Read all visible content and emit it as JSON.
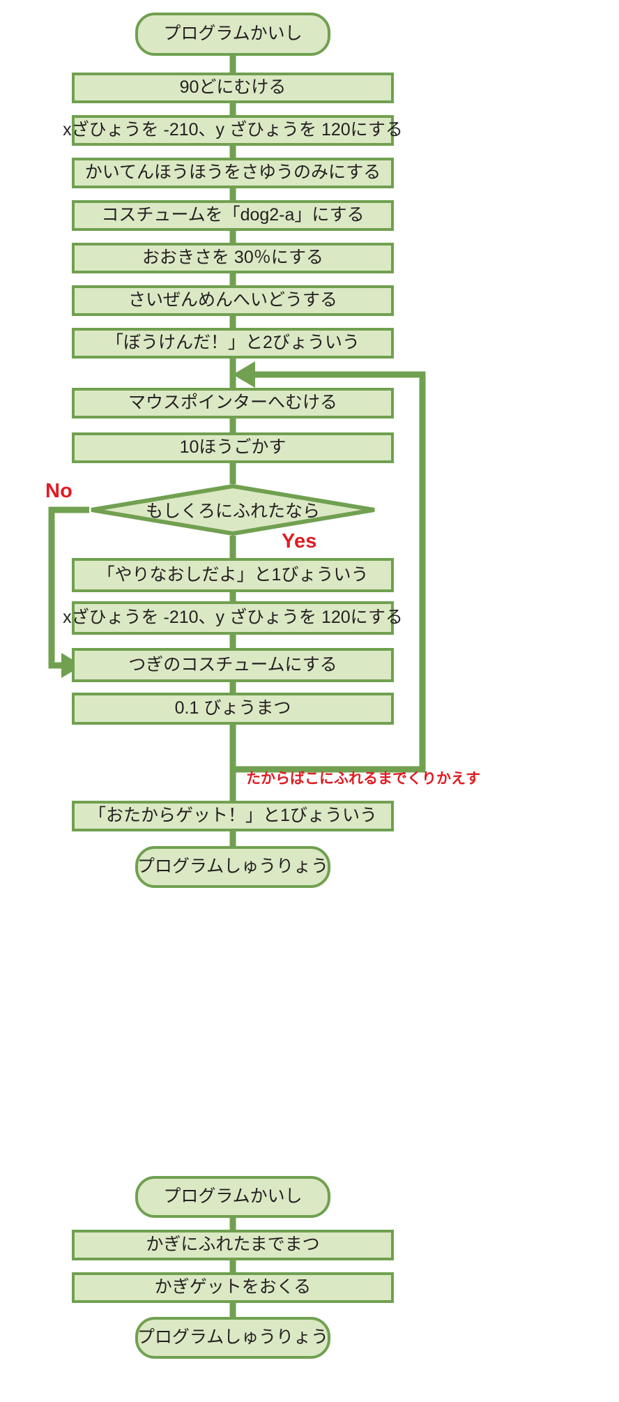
{
  "diagram": {
    "title": "Scratch program flowchart",
    "colors": {
      "node_fill": "#dbe8c4",
      "node_stroke": "#70a050",
      "connector": "#70a050",
      "text": "#231f20",
      "annotation_red": "#e01b22",
      "background": "#ffffff"
    }
  },
  "chart_data": {
    "type": "diagram",
    "nodes": [
      {
        "id": "n1",
        "shape": "terminal",
        "label": "プログラムかいし"
      },
      {
        "id": "n2",
        "shape": "process",
        "label": "90どにむける"
      },
      {
        "id": "n3",
        "shape": "process",
        "label": "xざひょうを -210、y ざひょうを 120にする"
      },
      {
        "id": "n4",
        "shape": "process",
        "label": "かいてんほうほうをさゆうのみにする"
      },
      {
        "id": "n5",
        "shape": "process",
        "label": "コスチュームを「dog2-a」にする"
      },
      {
        "id": "n6",
        "shape": "process",
        "label": "おおきさを 30％にする"
      },
      {
        "id": "n7",
        "shape": "process",
        "label": "さいぜんめんへいどうする"
      },
      {
        "id": "n8",
        "shape": "process",
        "label": "「ぼうけんだ！」と2びょういう"
      },
      {
        "id": "n9",
        "shape": "process",
        "label": "マウスポインターへむける"
      },
      {
        "id": "n10",
        "shape": "process",
        "label": "10ほうごかす"
      },
      {
        "id": "n11",
        "shape": "decision",
        "label": "もしくろにふれたなら"
      },
      {
        "id": "n12",
        "shape": "process",
        "label": "「やりなおしだよ」と1びょういう"
      },
      {
        "id": "n13",
        "shape": "process",
        "label": "xざひょうを -210、y ざひょうを 120にする"
      },
      {
        "id": "n14",
        "shape": "process",
        "label": "つぎのコスチュームにする"
      },
      {
        "id": "n15",
        "shape": "process",
        "label": "0.1 びょうまつ"
      },
      {
        "id": "n16",
        "shape": "process",
        "label": "「おたからゲット！」と1びょういう"
      },
      {
        "id": "n17",
        "shape": "terminal",
        "label": "プログラムしゅうりょう"
      },
      {
        "id": "n18",
        "shape": "terminal",
        "label": "プログラムかいし"
      },
      {
        "id": "n19",
        "shape": "process",
        "label": "かぎにふれたまでまつ"
      },
      {
        "id": "n20",
        "shape": "process",
        "label": "かぎゲットをおくる"
      },
      {
        "id": "n21",
        "shape": "terminal",
        "label": "プログラムしゅうりょう"
      }
    ],
    "edge_labels": {
      "decision_no": "No",
      "decision_yes": "Yes",
      "loop_note": "たからばこにふれるまでくりかえす"
    }
  },
  "nodes": {
    "n1": "プログラムかいし",
    "n2": "90どにむける",
    "n3": "xざひょうを -210、y ざひょうを 120にする",
    "n4": "かいてんほうほうをさゆうのみにする",
    "n5": "コスチュームを「dog2-a」にする",
    "n6": "おおきさを 30％にする",
    "n7": "さいぜんめんへいどうする",
    "n8": "「ぼうけんだ！」と2びょういう",
    "n9": "マウスポインターへむける",
    "n10": "10ほうごかす",
    "n11": "もしくろにふれたなら",
    "n12": "「やりなおしだよ」と1びょういう",
    "n13": "xざひょうを -210、y ざひょうを 120にする",
    "n14": "つぎのコスチュームにする",
    "n15": "0.1 びょうまつ",
    "n16": "「おたからゲット！」と1びょういう",
    "n17": "プログラムしゅうりょう",
    "n18": "プログラムかいし",
    "n19": "かぎにふれたまでまつ",
    "n20": "かぎゲットをおくる",
    "n21": "プログラムしゅうりょう"
  },
  "labels": {
    "no": "No",
    "yes": "Yes",
    "loop_note": "たからばこにふれるまでくりかえす"
  }
}
